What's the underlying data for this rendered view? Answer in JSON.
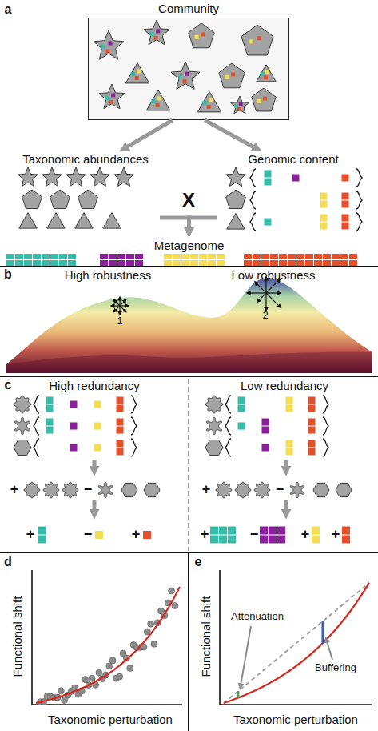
{
  "diagram": {
    "nodes": [
      {
        "text": [
          "Community"
        ]
      },
      {
        "text": [
          "Taxonomic abundances"
        ]
      },
      {
        "text": [
          "Genomic content"
        ]
      },
      {
        "text": [
          "Metagenome"
        ]
      }
    ],
    "edges": [
      {
        "from": 0,
        "to": 1,
        "arrow": "to"
      },
      {
        "from": 0,
        "to": 2,
        "arrow": "to"
      },
      {
        "from": 1,
        "to": 3,
        "arrow": "to"
      },
      {
        "from": 2,
        "to": 3,
        "arrow": "to"
      }
    ],
    "labels": [
      "a",
      "X",
      "b",
      "High robustness",
      "Low robustness",
      "1",
      "2",
      "c",
      "High redundancy",
      "Low redundancy",
      "+",
      "−",
      "+",
      "−",
      "+",
      "−",
      "+",
      "+",
      "−",
      "+",
      "+",
      "d",
      "Functional shift",
      "Taxonomic perturbation",
      "e",
      "Functional shift",
      "Taxonomic perturbation",
      "Attenuation",
      "Buffering"
    ]
  }
}
